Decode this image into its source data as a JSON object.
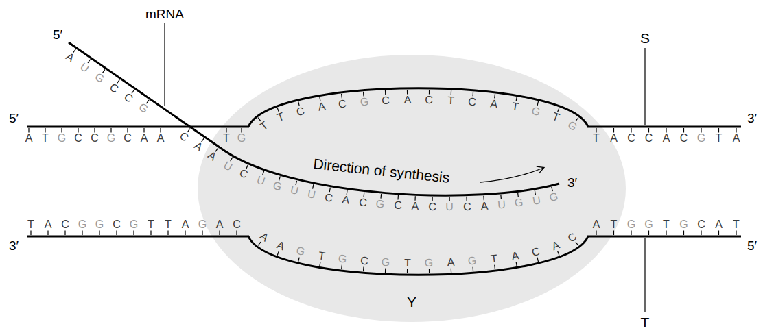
{
  "diagram": {
    "labels": [
      "mRNA",
      "5′",
      "3′",
      "5′",
      "3′",
      "3′",
      "5′",
      "S",
      "T",
      "Y",
      "Direction of synthesis",
      "ATGCCGCAA",
      "TG",
      "TTCACGCACTCATGTG",
      "TACCACGTA",
      "TACGGCGTTAGAC",
      "AAGTGCGTGAGTACAC",
      "ATGGTGCAT",
      "AUGCCGCAAUCUGUUCACGCACUCAUGUG"
    ]
  }
}
